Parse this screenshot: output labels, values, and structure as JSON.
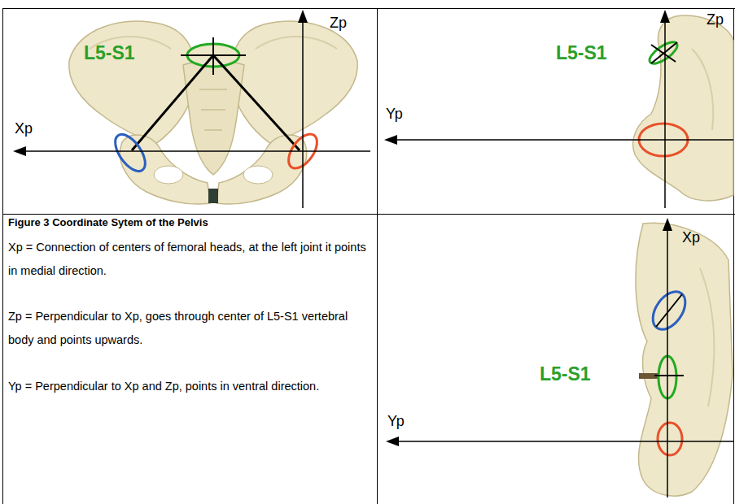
{
  "diagram": {
    "title": "Figure 3 Coordinate Sytem of the Pelvis",
    "labels": [
      "L5-S1",
      "Zp",
      "Xp",
      "Zp",
      "L5-S1",
      "Yp",
      "Xp = Connection of centers of femoral heads, at the left joint it points in medial direction.",
      "Zp = Perpendicular to Xp, goes through center of L5-S1 vertebral body and points upwards.",
      "Yp = Perpendicular to Xp and Zp, points in ventral direction.",
      "Xp",
      "L5-S1",
      "Yp"
    ]
  }
}
